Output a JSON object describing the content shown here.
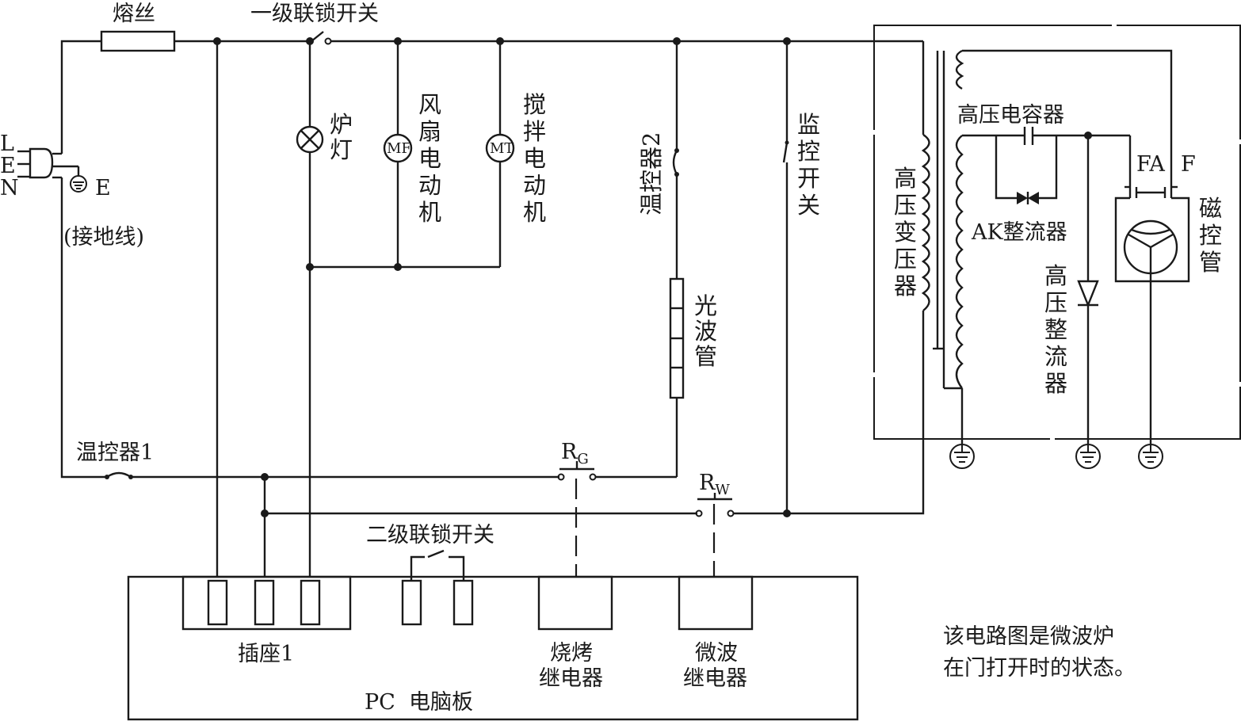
{
  "labels": {
    "fuse": "熔丝",
    "interlock1": "一级联锁开关",
    "plug_L": "L",
    "plug_E": "E",
    "plug_N": "N",
    "ground_E": "E",
    "ground_wire": "(接地线)",
    "lamp": "炉灯",
    "fan_motor": "风扇电动机",
    "fan_motor_symbol": "MF",
    "stir_motor": "搅拌电动机",
    "stir_motor_symbol": "MT",
    "thermostat2": "温控器2",
    "monitor_switch": "监控开关",
    "quartz_tube": "光波管",
    "thermostat1": "温控器1",
    "relay_g_main": "R",
    "relay_g_sub": "G",
    "relay_w_main": "R",
    "relay_w_sub": "W",
    "interlock2": "二级联锁开关",
    "socket1": "插座1",
    "grill_relay_line1": "烧烤",
    "grill_relay_line2": "继电器",
    "mw_relay_line1": "微波",
    "mw_relay_line2": "继电器",
    "pc_board": "PC  电脑板",
    "hv_transformer": "高压变压器",
    "hv_capacitor": "高压电容器",
    "ak_rectifier": "AK整流器",
    "hv_rectifier": "高压整流器",
    "fa": "FA",
    "f": "F",
    "magnetron": "磁控管",
    "note_line1": "该电路图是微波炉",
    "note_line2": "在门打开时的状态。"
  }
}
